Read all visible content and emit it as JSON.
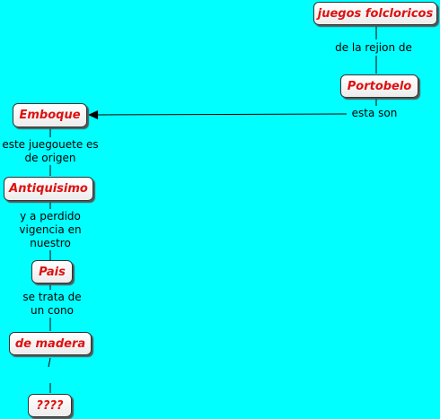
{
  "concepts": {
    "juegos": "juegos folcloricos",
    "portobelo": "Portobelo",
    "emboque": "Emboque",
    "antiquisimo": "Antiquisimo",
    "pais": "Pais",
    "madera": "de madera",
    "unknown": "????"
  },
  "phrases": {
    "rejion": "de la rejion de",
    "son": "esta son",
    "origen": "este juegouete es\nde origen",
    "vigencia": "y a perdido\nvigencia en\nnuestro",
    "cono": "se trata de\nun cono"
  },
  "colors": {
    "background": "#00ffff",
    "concept_text": "#e01010",
    "line": "#000000"
  }
}
